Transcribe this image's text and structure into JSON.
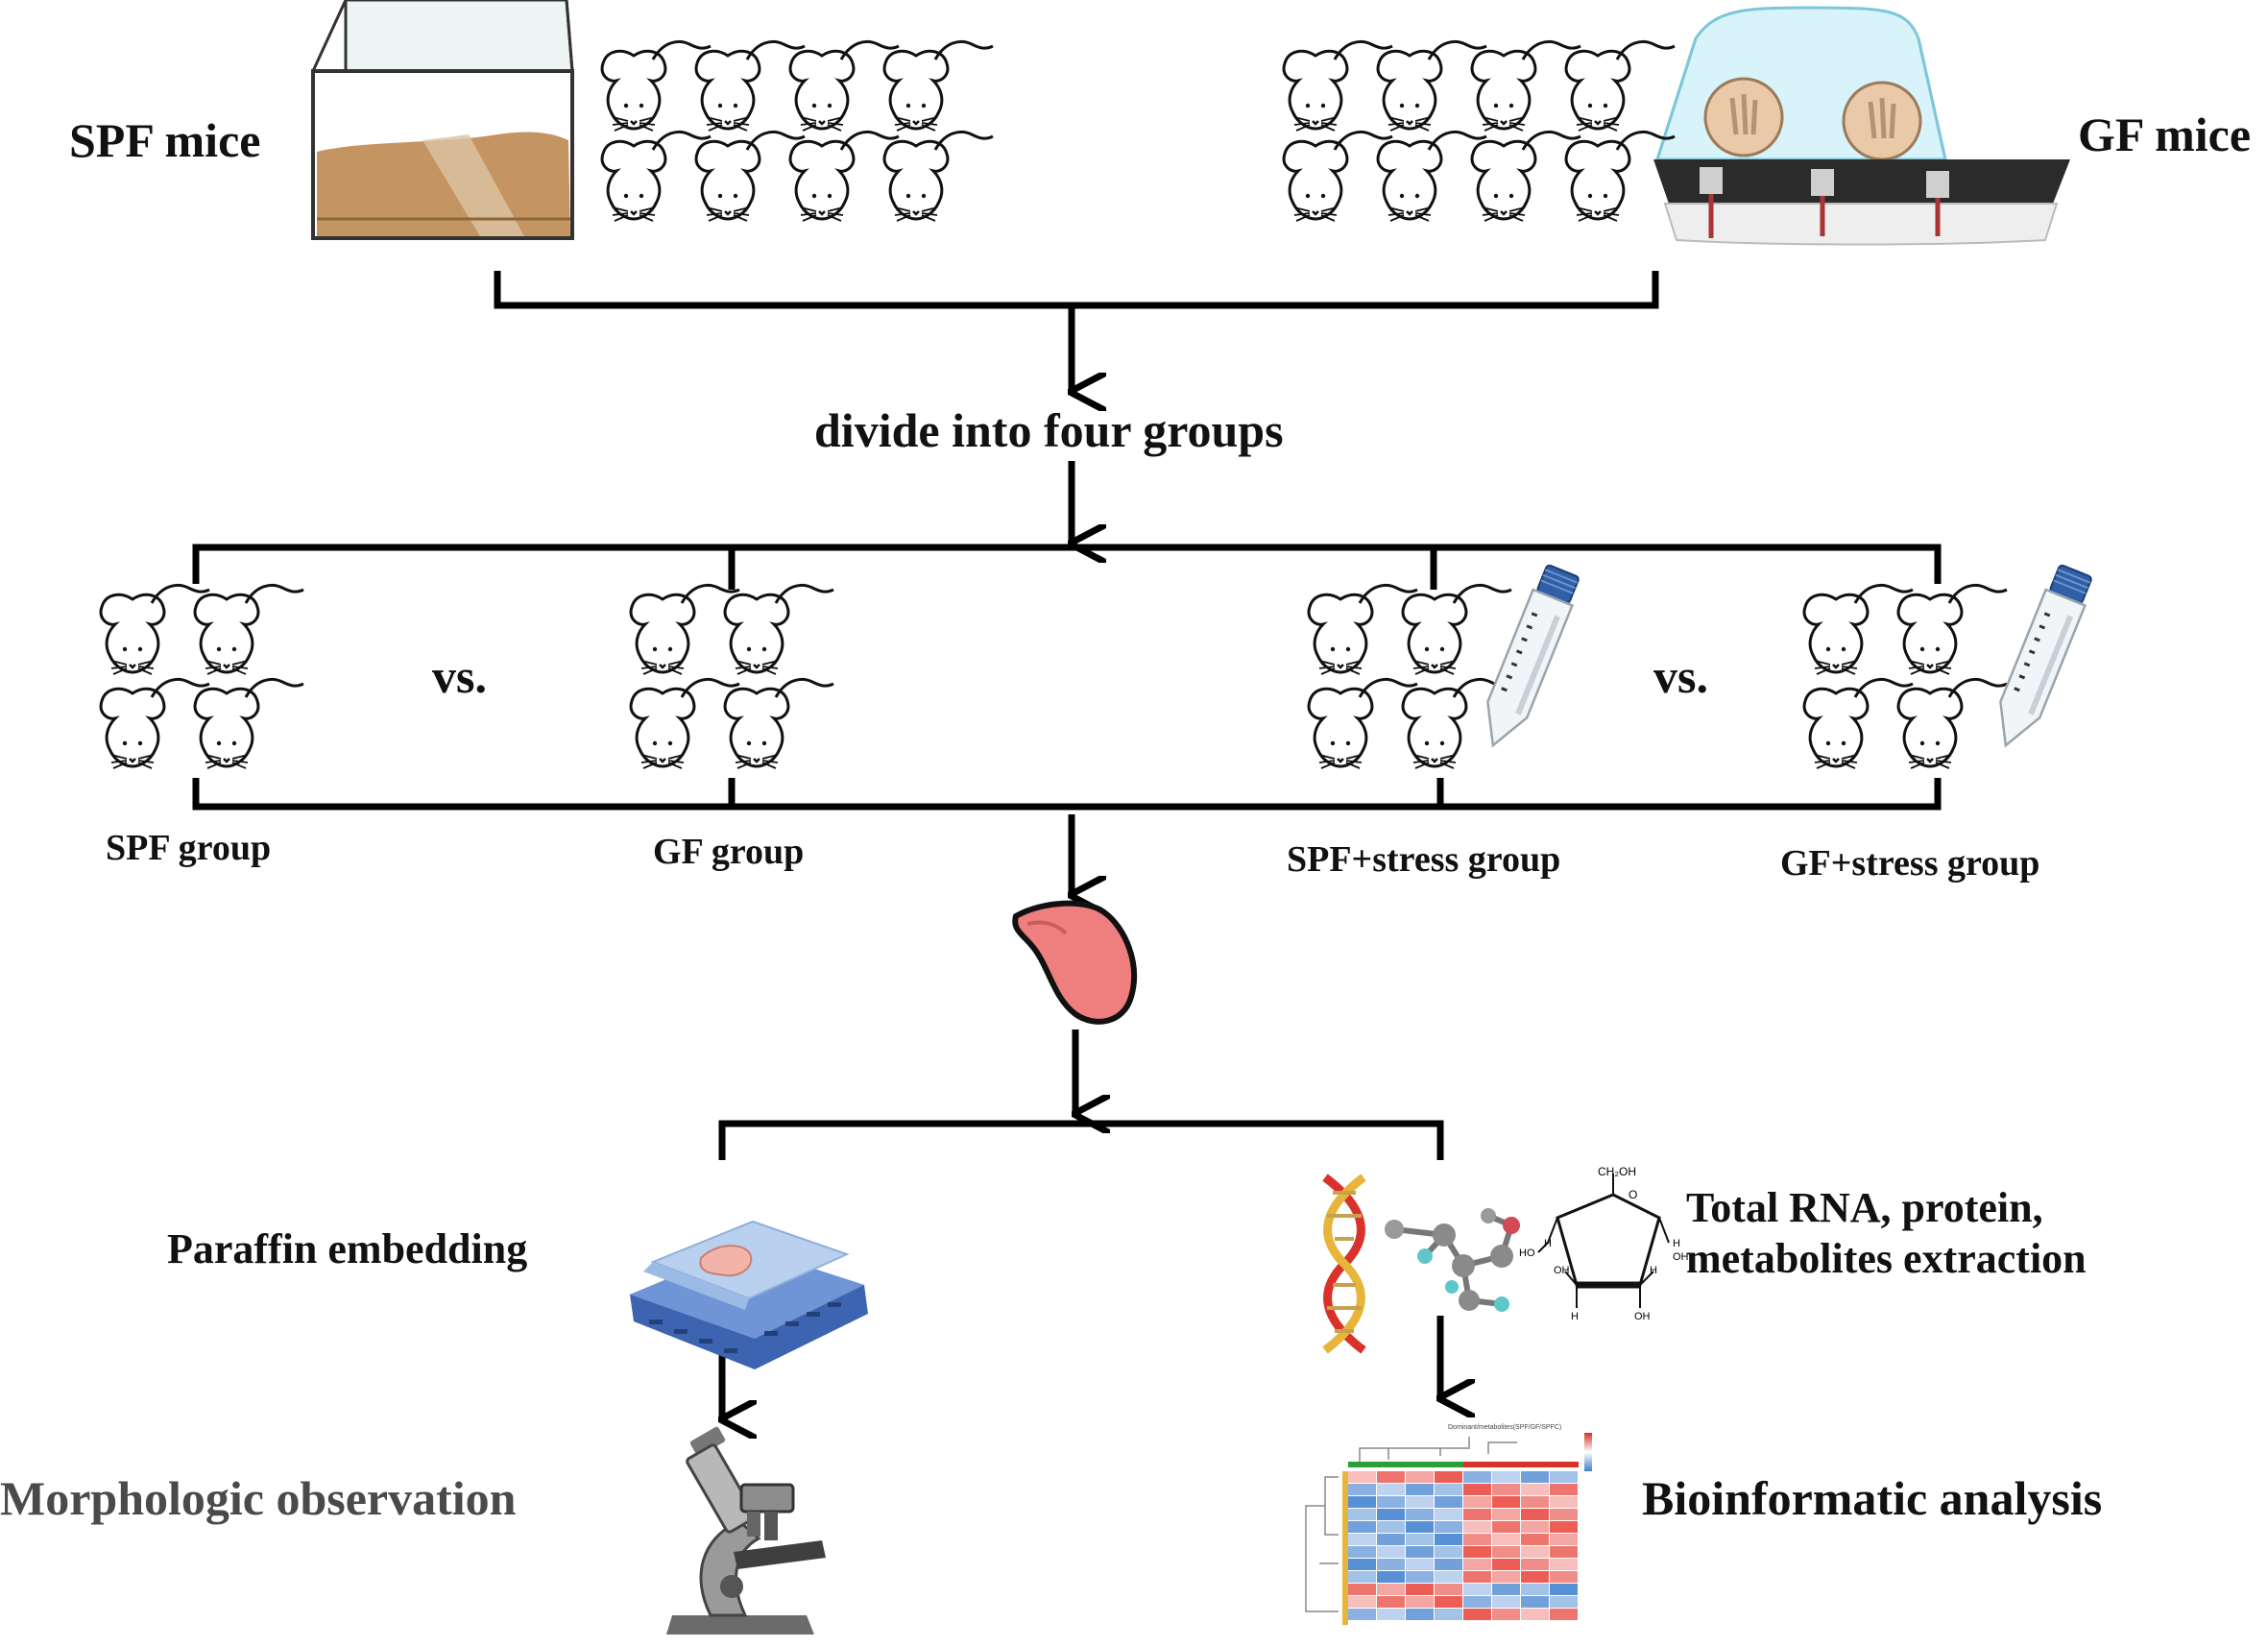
{
  "labels": {
    "spf_mice": "SPF mice",
    "gf_mice": "GF mice",
    "divide": "divide into four groups",
    "vs_left": "vs.",
    "vs_right": "vs.",
    "spf_group": "SPF group",
    "gf_group": "GF group",
    "spf_stress_group": "SPF+stress group",
    "gf_stress_group": "GF+stress group",
    "paraffin": "Paraffin embedding",
    "extraction": "Total RNA, protein,\nmetabolites extraction",
    "morphologic": "Morphologic observation",
    "bioinformatic": "Bioinformatic analysis"
  },
  "molecule_labels": {
    "ch2oh": "CH₂OH",
    "o": "O",
    "h": "H",
    "oh": "OH",
    "ho": "HO"
  },
  "heatmap_title": "Dominant/metabolites(SPF/GF/SPFC)",
  "colors": {
    "line": "#000000",
    "tongue": "#ef7f7f",
    "cage_bedding": "#c49563",
    "isolator": "#cdeff7",
    "heat_red": "#e8453c",
    "heat_blue": "#3f7fcf",
    "slide_blue": "#4a77c4",
    "dna_red": "#d8322a",
    "dna_gold": "#e8b53b"
  },
  "icons": [
    "mouse-icon",
    "cage-icon",
    "isolator-icon",
    "centrifuge-tube-icon",
    "tongue-icon",
    "paraffin-block-icon",
    "dna-icon",
    "molecule-icon",
    "glucose-ring-icon",
    "microscope-icon",
    "heatmap-icon"
  ]
}
